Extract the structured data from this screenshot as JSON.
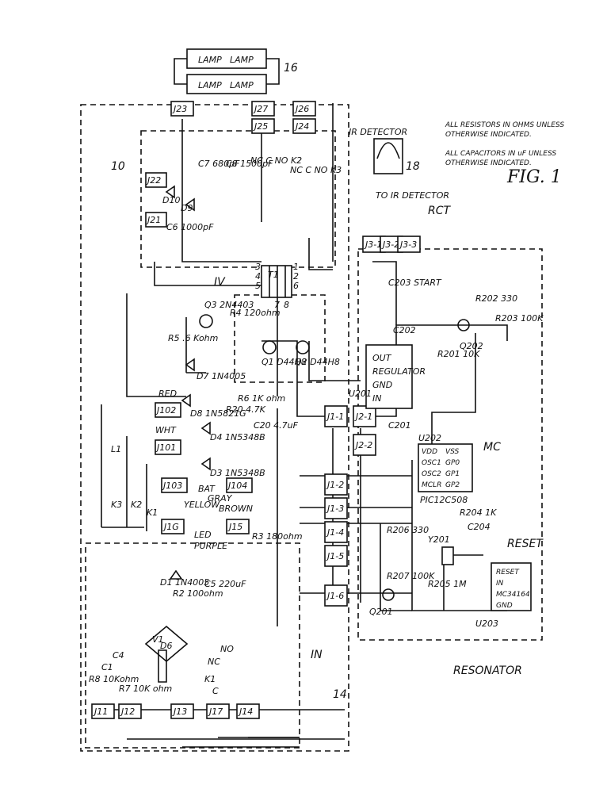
{
  "figure": {
    "title": "FIG. 1",
    "notes": [
      "ALL RESISTORS IN OHMS UNLESS",
      "OTHERWISE INDICATED.",
      "ALL CAPACITORS IN uF UNLESS",
      "OTHERWISE INDICATED."
    ],
    "ref_numbers": [
      "10",
      "14",
      "16",
      "18",
      "RCT",
      "IN",
      "IV",
      "MC"
    ]
  },
  "lamps": {
    "lamp1": "LAMP",
    "lamp2": "LAMP",
    "lamp3": "LAMP",
    "lamp4": "LAMP"
  },
  "lamp_label_full": [
    "L A M P",
    "L A M P",
    "L A M P",
    "L A M P"
  ],
  "jacks": [
    "J11",
    "J12",
    "J13",
    "J17",
    "J14",
    "J1G",
    "J15",
    "J103",
    "J104",
    "J101",
    "J102",
    "J21",
    "J22",
    "J23",
    "J27",
    "J25",
    "J26",
    "J24"
  ],
  "connectors": [
    "J1-1",
    "J1-2",
    "J1-3",
    "J1-4",
    "J1-5",
    "J1-6",
    "J2-1",
    "J2-2",
    "J3-1",
    "J3-2",
    "J3-3"
  ],
  "components": {
    "R8": "R8 10Kohm",
    "C1": "C1",
    "C4": "C4",
    "R7": "R7 10K ohm",
    "V1": "V1",
    "D6": "D6",
    "D1": "D1 1N4005",
    "R2": "R2 100ohm",
    "C5": "C5 220uF",
    "K1": "K1",
    "K1_C": "C",
    "K1_NC": "NC",
    "K1_NO": "NO",
    "K2": "K2",
    "K3": "K3",
    "L1": "L1",
    "LED": "LED",
    "PURPLE": "PURPLE",
    "YELLOW": "YELLOW",
    "GRAY": "GRAY",
    "BROWN": "BROWN",
    "BAT": "BAT",
    "WHT": "WHT",
    "RED": "RED",
    "R3": "R3 180ohm",
    "D3": "D3 1N5348B",
    "D4": "D4 1N5348B",
    "D8": "D8 1N5821G",
    "R20": "R20 4.7K",
    "R6": "R6 1K ohm",
    "C20": "C20 4.7uF",
    "D7": "D7 1N4005",
    "R5": "R5 .6 Kohm",
    "Q3": "Q3 2N4403",
    "R4": "R4 120ohm",
    "Q1": "Q1 D44H8",
    "Q2": "Q2 D44H8",
    "T1": "T1",
    "T1_pins": [
      "1",
      "2",
      "3",
      "4",
      "5",
      "6",
      "7",
      "8"
    ],
    "D9": "D9",
    "D10": "D10",
    "C6": "C6 1000pF",
    "C7": "C7 680pF",
    "C8": "C8 1500pF",
    "K2_contacts": "NC C NO K2",
    "K3_contacts": "NC C NO K3",
    "U201": "U201",
    "U201_body": [
      "IN",
      "REGULATOR",
      "GND",
      "OUT"
    ],
    "C201": "C201",
    "C202": "C202",
    "C203": "C203 START",
    "R201": "R201 10K",
    "R202": "R202 330",
    "R203": "R203 100K",
    "Q202": "Q202",
    "U202": "U202",
    "U202_pins": [
      "VDD",
      "VSS",
      "OSC1",
      "GP0",
      "OSC2",
      "GP1",
      "MCLR",
      "GP2"
    ],
    "U202_part": "PIC12C508",
    "R204": "R204 1K",
    "C204": "C204",
    "R206": "R206 330",
    "R207": "R207 100K",
    "Q201": "Q201",
    "Y201": "Y201",
    "R205": "R205 1M",
    "U203": "U203",
    "U203_body": [
      "RESET",
      "IN",
      "MC34164",
      "GND"
    ],
    "RESET_label": "RESET",
    "RESONATOR": "RESONATOR",
    "IR_TO": "TO IR DETECTOR",
    "IR_DETECTOR": "IR DETECTOR"
  }
}
